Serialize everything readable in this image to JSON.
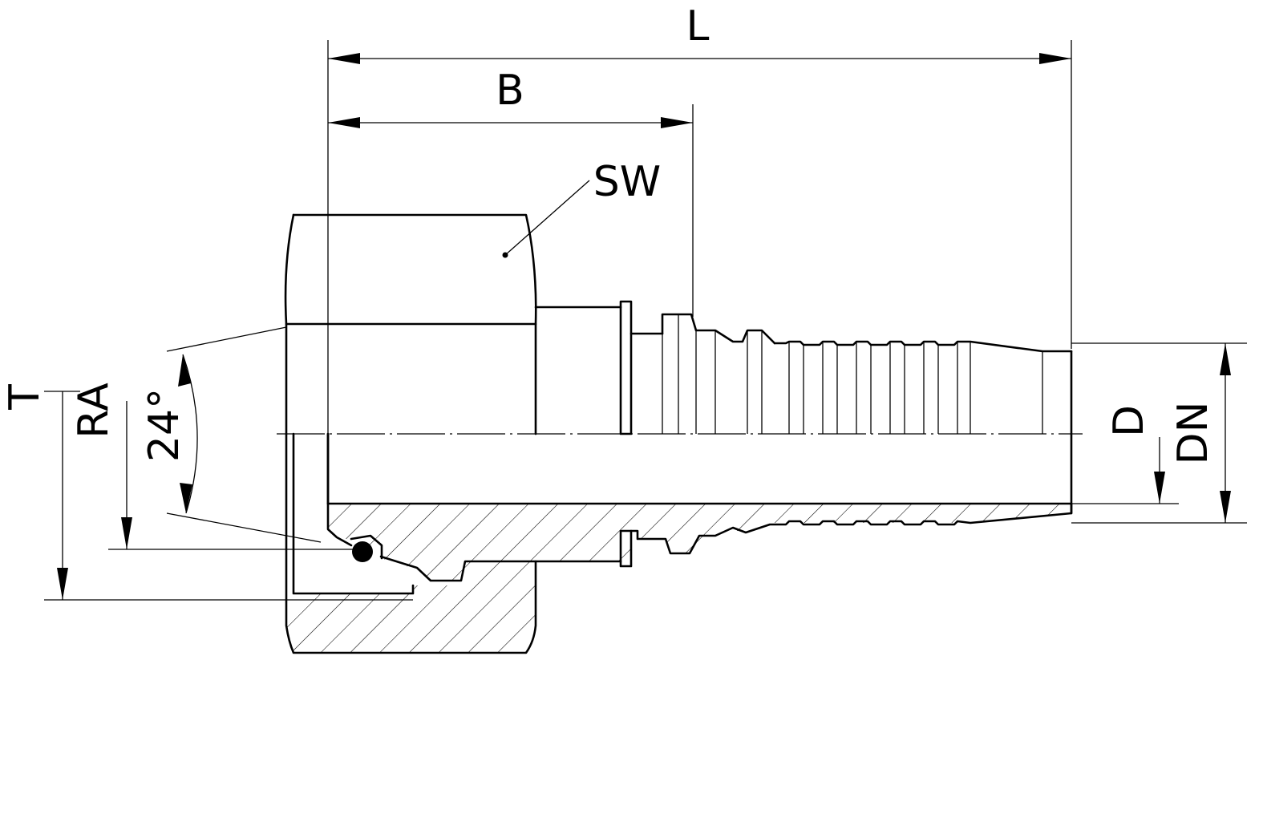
{
  "labels": {
    "L": "L",
    "B": "B",
    "SW": "SW",
    "T": "T",
    "RA": "RA",
    "angle": "24°",
    "D": "D",
    "DN": "DN"
  }
}
